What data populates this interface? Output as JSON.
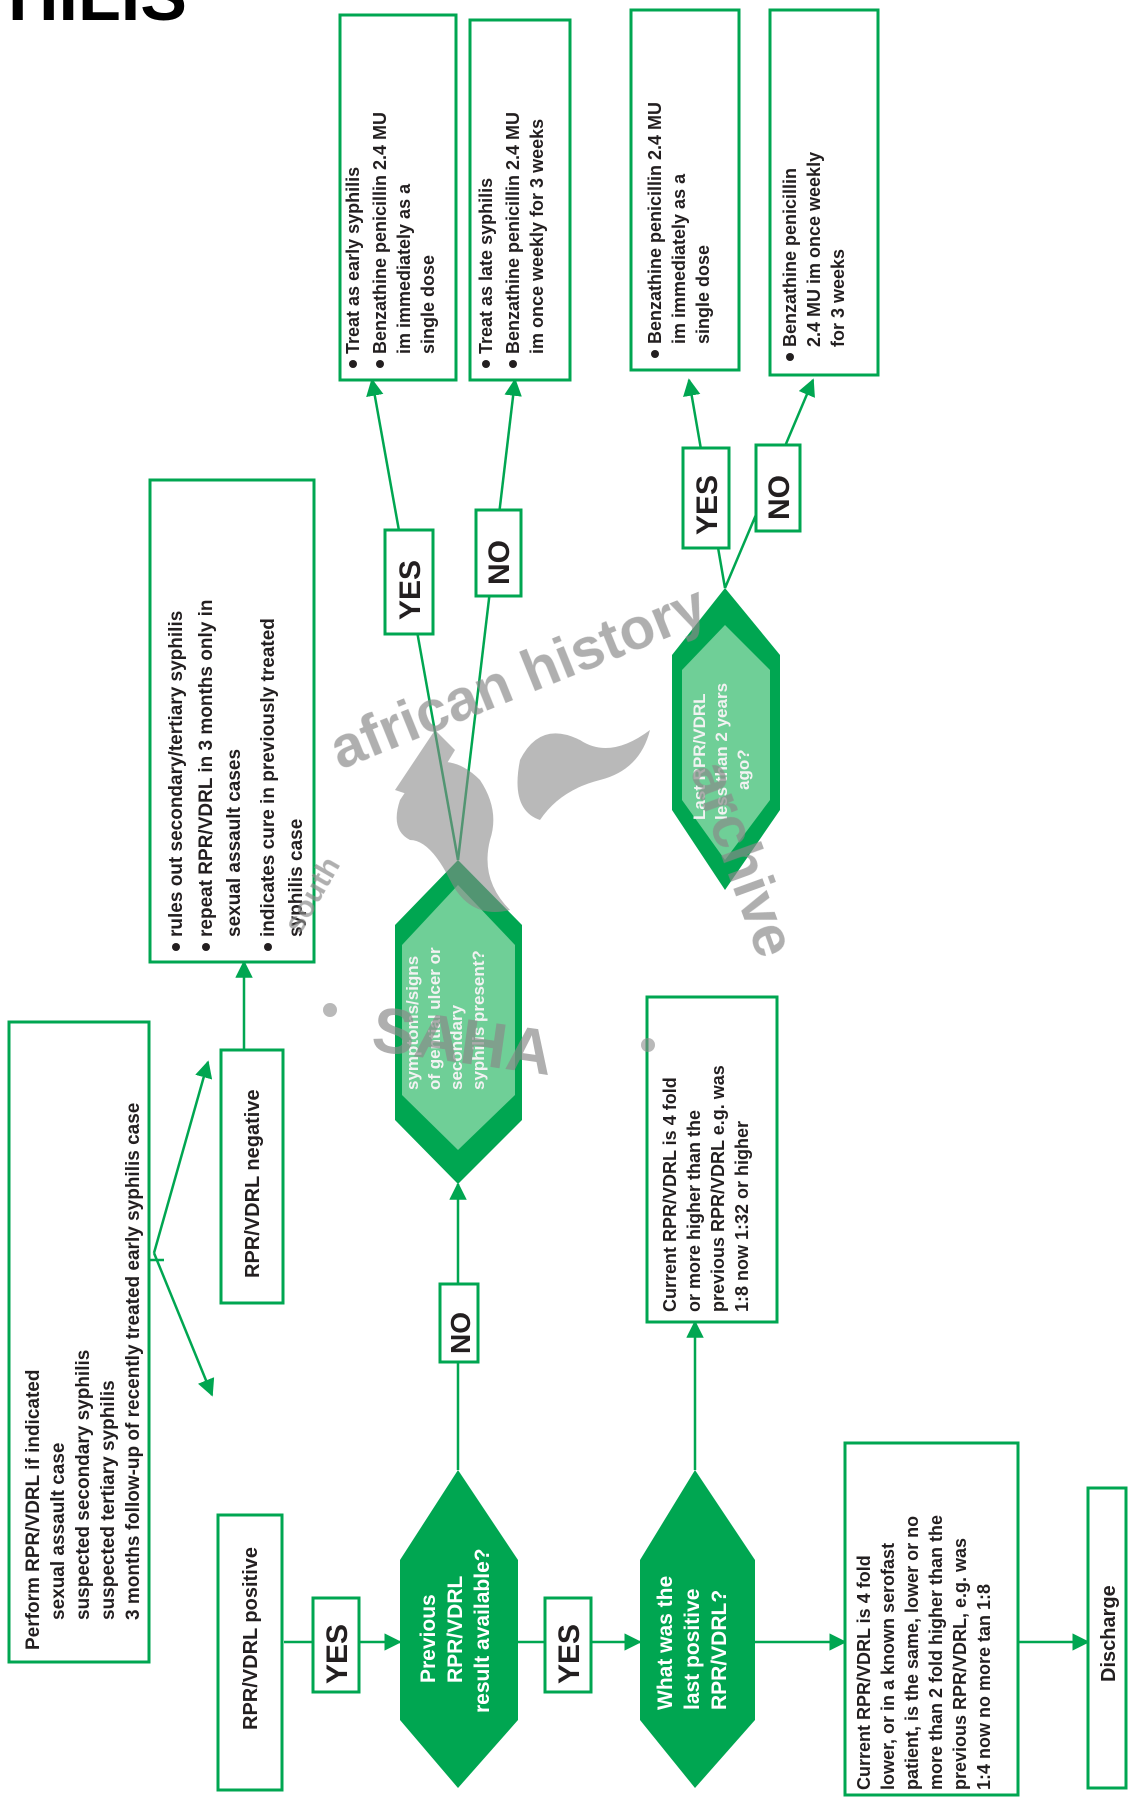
{
  "title_fragment": "HILIS",
  "perform": {
    "title": "Perform RPR/VDRL if indicated",
    "items": [
      "sexual assault case",
      "suspected secondary syphilis",
      "suspected tertiary syphilis",
      "3 months follow-up of recently treated early syphilis case"
    ]
  },
  "positive": "RPR/VDRL positive",
  "negative": "RPR/VDRL negative",
  "negative_notes": [
    "rules out secondary/tertiary syphilis",
    "repeat RPR/VDRL in 3 months only in",
    "sexual assault cases",
    "indicates cure in previously treated",
    "syphilis case"
  ],
  "previous_available": [
    "Previous",
    "RPR/VDRL",
    "result available?"
  ],
  "symptoms_question": [
    "symptoms/signs",
    "of gential ulcer or",
    "secondary",
    "syphilis present?"
  ],
  "last_positive_question": [
    "What was the",
    "last positive",
    "RPR/VDRL?"
  ],
  "last_two_years_question": [
    "Last RPR/VDRL",
    "less than 2 years",
    "ago?"
  ],
  "current_higher": [
    "Current RPR/VDRL is 4 fold",
    "or more higher than the",
    "previous RPR/VDRL e.g. was",
    "1:8 now 1:32 or higher"
  ],
  "current_lower": [
    "Current RPR/VDRL is 4 fold",
    "lower, or in a known serofast",
    "patient, is the same, lower or no",
    "more than 2 fold higher than the",
    "previous RPR/VDRL, e.g. was",
    "1:4 now no more tan 1:8"
  ],
  "discharge": "Discharge",
  "treat_early": [
    "Treat as early syphilis",
    "Benzathine penicillin 2.4 MU",
    "im immediately as a",
    "single dose"
  ],
  "treat_late": [
    "Treat as late syphilis",
    "Benzathine penicillin 2.4 MU",
    "im once weekly for 3 weeks"
  ],
  "single_dose": [
    "Benzathine penicillin 2.4 MU",
    "im immediately as a",
    "single dose"
  ],
  "weekly": [
    "Benzathine penicillin",
    "2.4 MU im once weekly",
    "for 3 weeks"
  ],
  "labels": {
    "yes": "YES",
    "no": "NO"
  },
  "watermark": {
    "line1": "african history",
    "line2": "archive",
    "prefix": "south",
    "logo": "SAHA"
  },
  "colors": {
    "green": "#00a651",
    "pale_green": "#6fcf97",
    "text": "#231f20"
  }
}
